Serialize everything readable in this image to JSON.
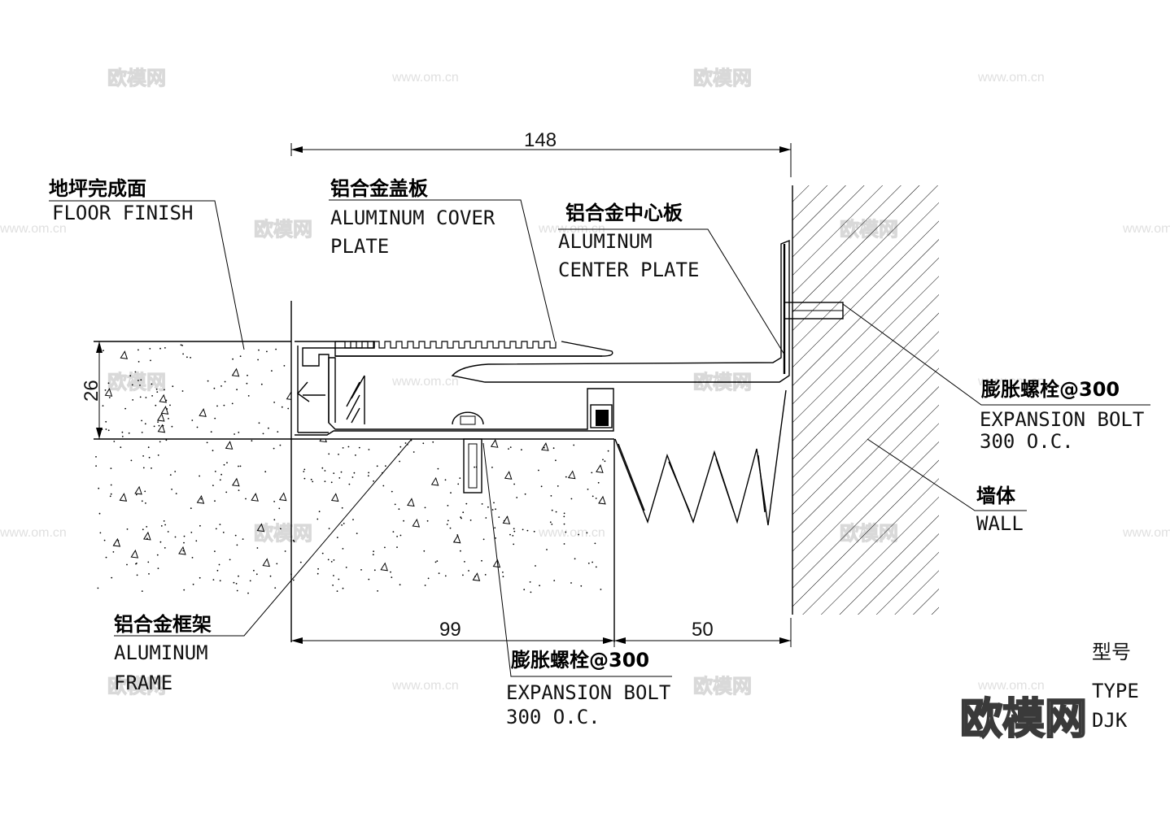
{
  "watermark": {
    "brand": "欧模网",
    "url": "www.om.cn"
  },
  "logo": "欧模网",
  "dimensions": {
    "overall": "148",
    "thickness": "26",
    "frame": "99",
    "gap": "50"
  },
  "labels": {
    "floor_finish": {
      "cn": "地坪完成面",
      "en": "FLOOR FINISH"
    },
    "cover_plate": {
      "cn": "铝合金盖板",
      "en1": "ALUMINUM COVER",
      "en2": "PLATE"
    },
    "center_plate": {
      "cn": "铝合金中心板",
      "en1": "ALUMINUM",
      "en2": "CENTER PLATE"
    },
    "bolt_wall": {
      "cn": "膨胀螺栓@300",
      "en1": "EXPANSION BOLT",
      "en2": "300 O.C."
    },
    "wall": {
      "cn": "墙体",
      "en": "WALL"
    },
    "frame": {
      "cn": "铝合金框架",
      "en1": "ALUMINUM",
      "en2": "FRAME"
    },
    "bolt_floor": {
      "cn": "膨胀螺栓@300",
      "en1": "EXPANSION BOLT",
      "en2": "300 O.C."
    },
    "type": {
      "cn": "型号",
      "en": "TYPE",
      "code": "DJK"
    }
  }
}
